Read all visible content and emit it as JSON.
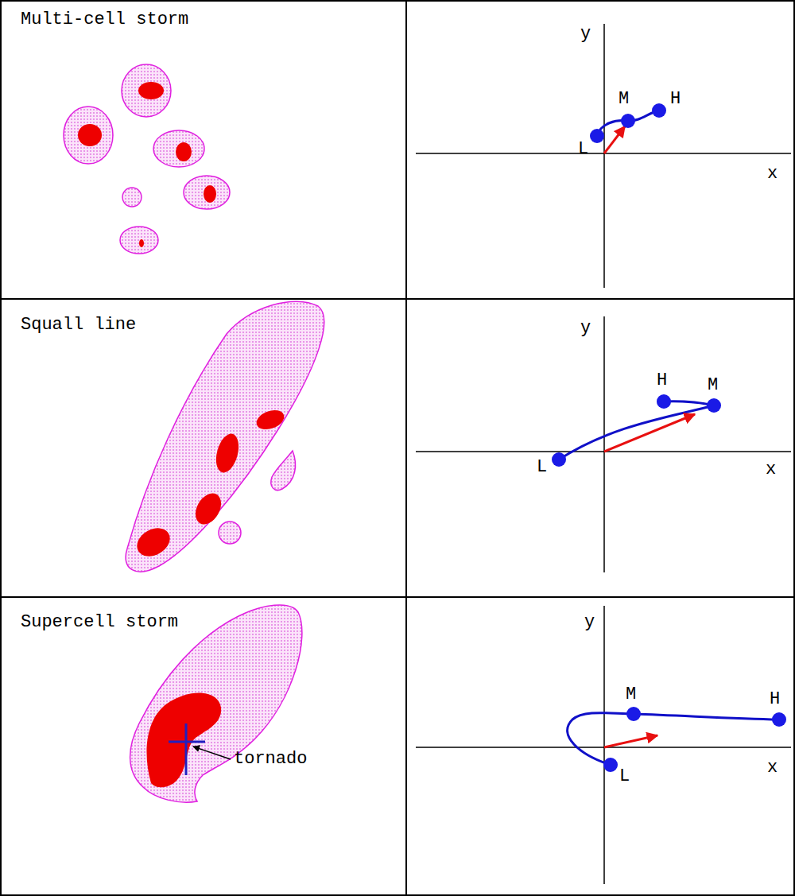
{
  "diagram": {
    "nodes": [
      {
        "text": [
          "Multi-cell storm"
        ]
      },
      {
        "text": [
          "y",
          "x",
          "L",
          "M",
          "H"
        ]
      },
      {
        "text": [
          "Squall line"
        ]
      },
      {
        "text": [
          "y",
          "x",
          "L",
          "M",
          "H"
        ]
      },
      {
        "text": [
          "Supercell storm",
          "tornado"
        ]
      },
      {
        "text": [
          "y",
          "x",
          "L",
          "M",
          "H"
        ]
      }
    ]
  }
}
